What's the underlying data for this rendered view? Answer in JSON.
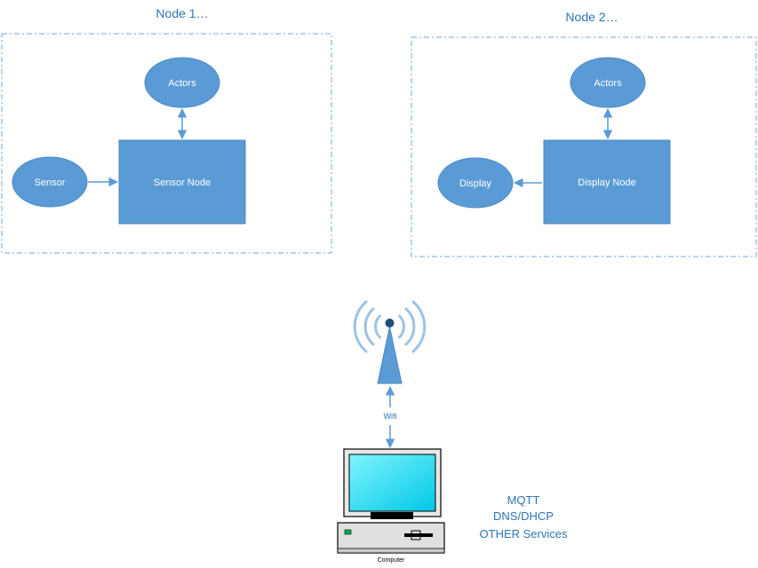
{
  "nodes": {
    "node1": {
      "title": "Node 1…",
      "actors_label": "Actors",
      "sensor_label": "Sensor",
      "sensor_node_label": "Sensor Node"
    },
    "node2": {
      "title": "Node 2…",
      "actors_label": "Actors",
      "display_label": "Display",
      "display_node_label": "Display Node"
    }
  },
  "network": {
    "link_label": "Wifi",
    "computer_label": "Computer"
  },
  "services": [
    "MQTT",
    "DNS/DHCP",
    "OTHER Services"
  ],
  "colors": {
    "shape_fill": "#5b9bd5",
    "shape_stroke": "#4a89c5",
    "accent": "#2e75b6",
    "screen": "#00d8f0"
  }
}
